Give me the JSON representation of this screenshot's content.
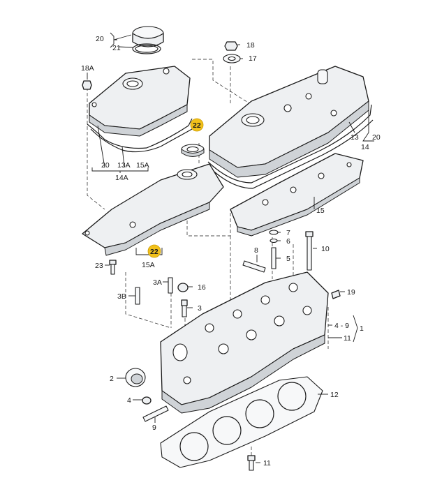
{
  "labels": {
    "l20_top": "20",
    "l21": "21",
    "l18": "18",
    "l17": "17",
    "l18a": "18A",
    "l22_top": "22",
    "l13_right": "13",
    "l20_right": "20",
    "l14_right": "14",
    "l20_left": "20",
    "l13a": "13A",
    "l15a_left": "15A",
    "l14a": "14A",
    "l15": "15",
    "l7": "7",
    "l6": "6",
    "l5": "5",
    "l8": "8",
    "l10": "10",
    "l22_bottom": "22",
    "l15a_bottom": "15A",
    "l23": "23",
    "l3a": "3A",
    "l16": "16",
    "l3b": "3B",
    "l3": "3",
    "l19": "19",
    "l4_9": "4 - 9",
    "l1": "1",
    "l11_right": "11",
    "l2": "2",
    "l12": "12",
    "l4": "4",
    "l9": "9",
    "l11_bottom": "11"
  },
  "highlight_color": "#f2c11b",
  "line_color": "#1a1a1a",
  "part_fill_color": "#eef0f2"
}
